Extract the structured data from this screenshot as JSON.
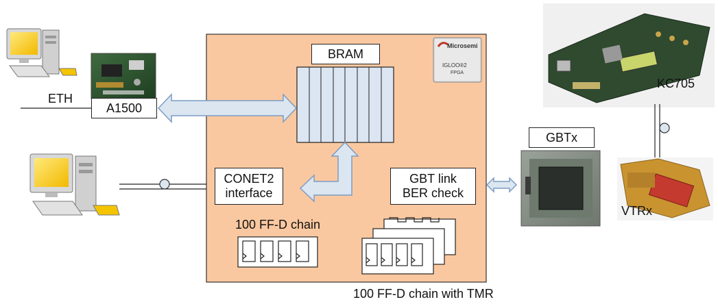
{
  "fpga": {
    "bram_label": "BRAM",
    "conet_lines": [
      "CONET2",
      "interface"
    ],
    "gbt_lines": [
      "GBT link",
      "BER check"
    ],
    "ffd_chain_label": "100 FF-D chain",
    "ffd_tmr_label": "100 FF-D chain with TMR",
    "chip_logo": {
      "brand": "Microsemi",
      "product": "IGLOO®2",
      "type": "FPGA"
    }
  },
  "left": {
    "eth_label": "ETH",
    "a1500_label": "A1500"
  },
  "right": {
    "kc705_label": "KC705",
    "gbtx_label": "GBTx",
    "vtrx_label": "VTRx"
  },
  "colors": {
    "fpga_fill": "#fac8a0",
    "bram_fill": "#dce6f2",
    "arrow_fill": "#dbe6f1",
    "arrow_stroke": "#7b9cc4"
  }
}
